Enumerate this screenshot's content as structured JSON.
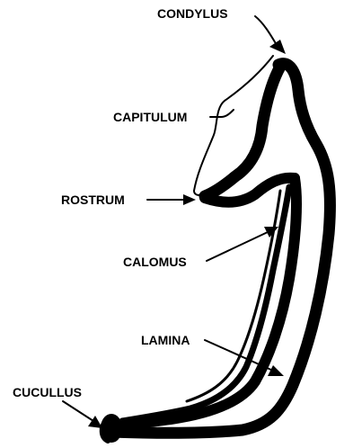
{
  "labels": {
    "condylus": "CONDYLUS",
    "capitulum": "CAPITULUM",
    "rostrum": "ROSTRUM",
    "calomus": "CALOMUS",
    "lamina": "LAMINA",
    "cucullus": "CUCULLUS"
  },
  "colors": {
    "ink": "#000000",
    "paper": "#ffffff"
  }
}
